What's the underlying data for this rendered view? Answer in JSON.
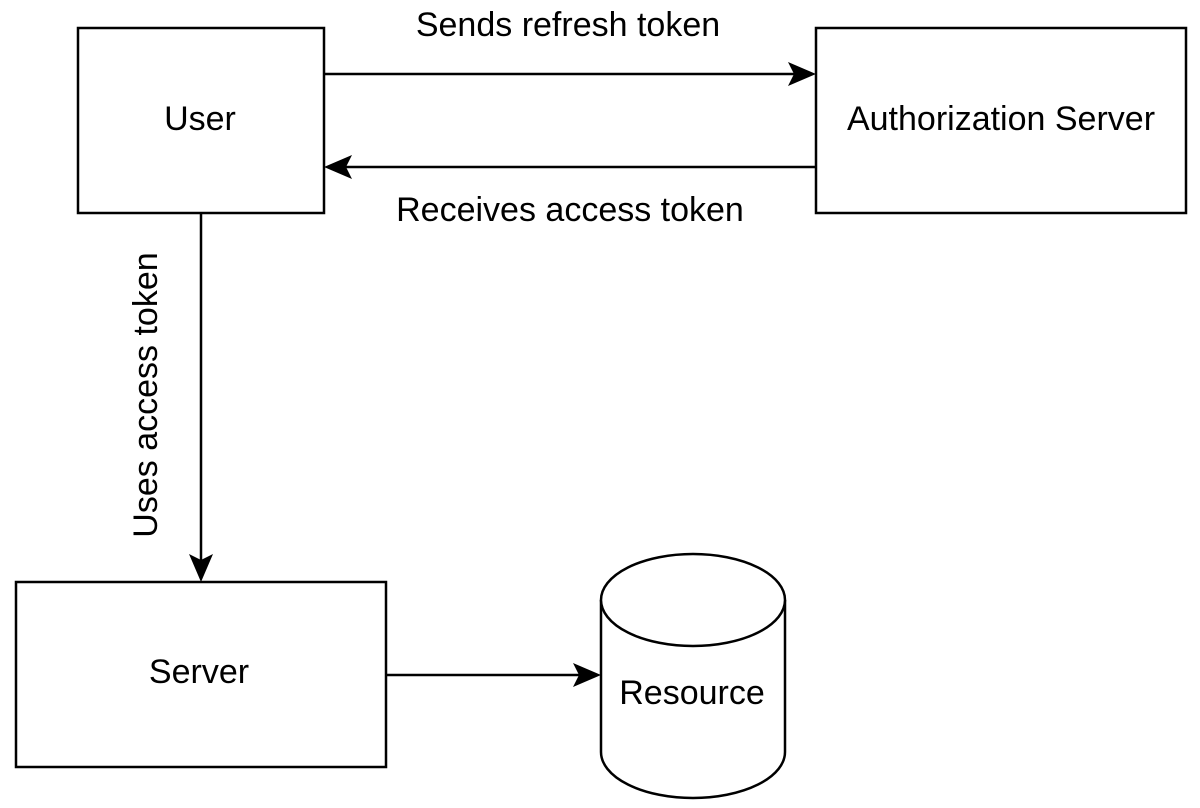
{
  "nodes": {
    "user": "User",
    "authorization_server": "Authorization Server",
    "server": "Server",
    "resource": "Resource"
  },
  "edges": {
    "sends_refresh_token": "Sends refresh token",
    "receives_access_token": "Receives access token",
    "uses_access_token": "Uses access token"
  },
  "colors": {
    "stroke": "#000000",
    "fill": "#ffffff"
  }
}
